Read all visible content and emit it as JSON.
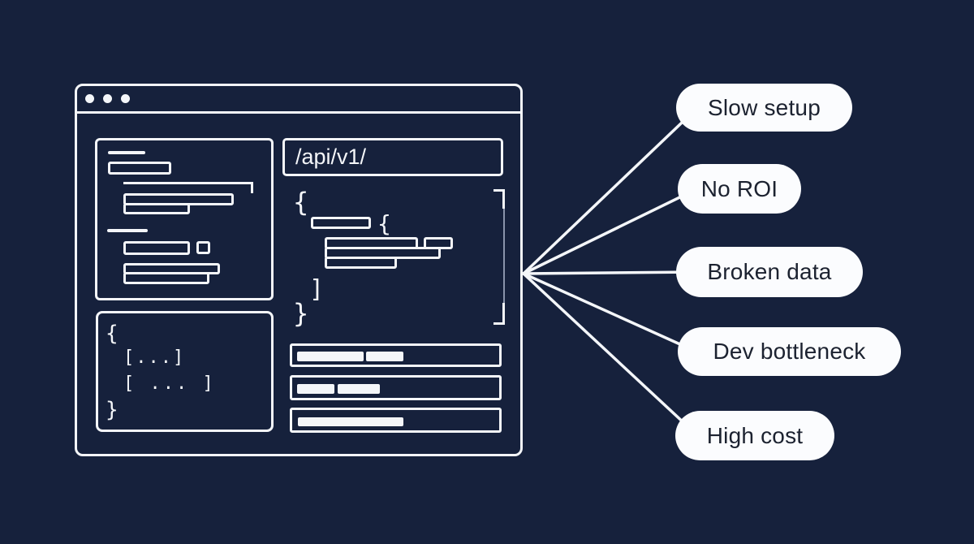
{
  "colors": {
    "background": "#16213c",
    "line_stroke": "#f4f6f9",
    "pill_background": "#fbfcfe",
    "pill_text": "#1c2230"
  },
  "browser": {
    "address_bar": {
      "text": "/api/v1/"
    },
    "json_block": {
      "open_brace": "{",
      "key_open_brace": "{",
      "close_bracket": "]",
      "close_brace": "}"
    },
    "snippet_panel": {
      "lines": [
        "{",
        "[...]",
        "[ ... ]",
        "}"
      ]
    }
  },
  "pills": [
    {
      "label": "Slow setup"
    },
    {
      "label": "No ROI"
    },
    {
      "label": "Broken data"
    },
    {
      "label": "Dev bottleneck"
    },
    {
      "label": "High cost"
    }
  ]
}
